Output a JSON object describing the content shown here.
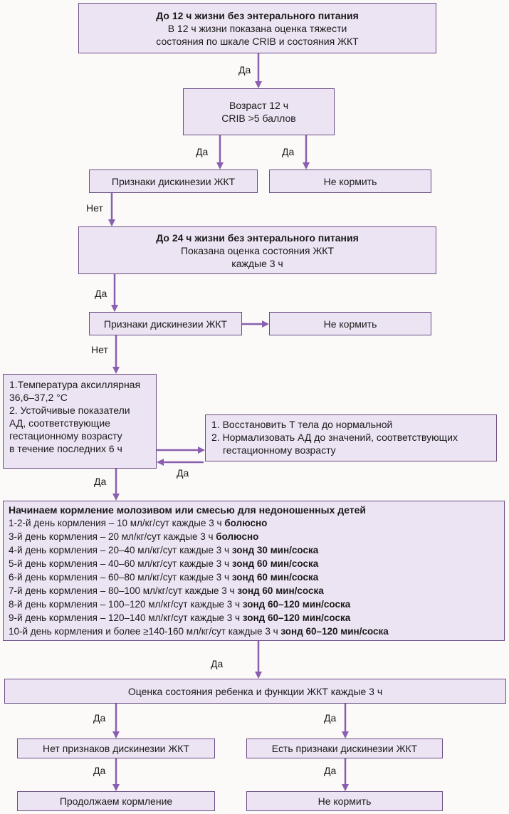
{
  "colors": {
    "box_fill": "#ede4f3",
    "box_border": "#6a4d86",
    "arrow": "#8a5fb0"
  },
  "box1": {
    "line1": "До 12 ч жизни без энтерального питания",
    "line2": "В 12 ч жизни показана оценка тяжести",
    "line3": "состояния  по шкале CRIB и состояния ЖКТ"
  },
  "box2": {
    "line1": "Возраст 12 ч",
    "line2": "CRIB >5 баллов"
  },
  "box3": {
    "text": "Признаки дискинезии ЖКТ"
  },
  "box4": {
    "text": "Не кормить"
  },
  "box5": {
    "line1": "До 24 ч жизни без энтерального питания",
    "line2": "Показана оценка состояния ЖКТ",
    "line3": "каждые 3 ч"
  },
  "box6": {
    "text": "Признаки дискинезии ЖКТ"
  },
  "box7": {
    "text": "Не кормить"
  },
  "box8": {
    "lines": [
      "1.Температура аксиллярная",
      "36,6–37,2 °С",
      "2. Устойчивые показатели",
      "АД, соответствующие",
      "гестационному возрасту",
      "в течение последних 6 ч"
    ]
  },
  "box9": {
    "lines": [
      "1. Восстановить Т тела до нормальной",
      "2. Нормализовать АД до значений, соответствующих",
      "гестационному возрасту"
    ]
  },
  "box10": {
    "title": "Начинаем кормление молозивом или смесью для недоношенных детей",
    "rows": [
      {
        "plain": "1-2-й день кормления – 10 мл/кг/сут каждые 3 ч ",
        "bold": "болюсно"
      },
      {
        "plain": "3-й день кормления – 20 мл/кг/сут каждые 3 ч ",
        "bold": "болюсно"
      },
      {
        "plain": "4-й день кормления – 20–40 мл/кг/сут каждые 3 ч ",
        "bold": "зонд 30 мин/соска"
      },
      {
        "plain": "5-й день кормления – 40–60 мл/кг/сут каждые 3 ч ",
        "bold": "зонд 60 мин/соска"
      },
      {
        "plain": "6-й день кормления – 60–80 мл/кг/сут каждые 3 ч ",
        "bold": "зонд 60 мин/соска"
      },
      {
        "plain": "7-й день кормления – 80–100 мл/кг/сут каждые 3 ч ",
        "bold": "зонд 60 мин/соска"
      },
      {
        "plain": "8-й день кормления – 100–120 мл/кг/сут каждые 3 ч ",
        "bold": "зонд 60–120 мин/соска"
      },
      {
        "plain": "9-й день кормления – 120–140 мл/кг/сут каждые 3 ч ",
        "bold": "зонд 60–120 мин/соска"
      },
      {
        "plain": "10-й день кормления и более ≥140-160 мл/кг/сут каждые 3 ч ",
        "bold": "зонд 60–120 мин/соска"
      }
    ]
  },
  "box11": {
    "text": "Оценка состояния ребенка и функции ЖКТ каждые 3 ч"
  },
  "box12": {
    "text": "Нет признаков дискинезии ЖКТ"
  },
  "box13": {
    "text": "Есть признаки дискинезии ЖКТ"
  },
  "box14": {
    "text": "Продолжаем кормление"
  },
  "box15": {
    "text": "Не кормить"
  },
  "labels": {
    "da": "Да",
    "net": "Нет"
  }
}
